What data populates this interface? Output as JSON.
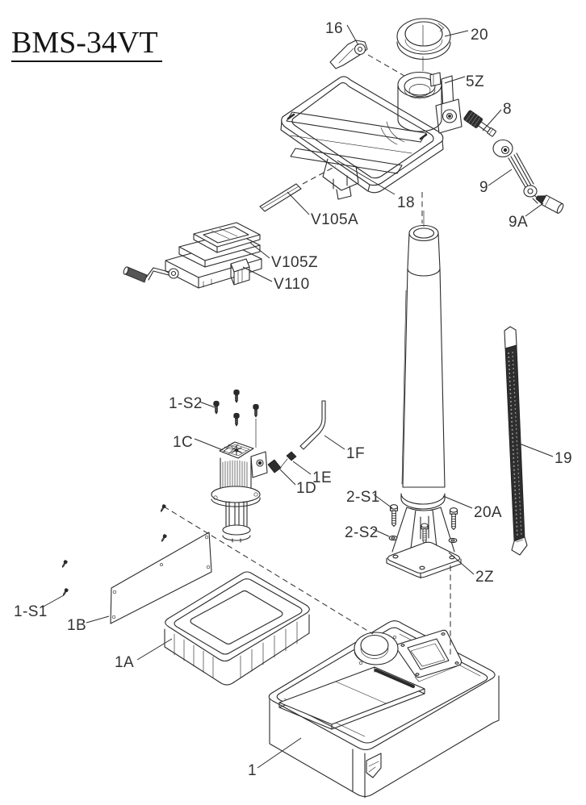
{
  "title": "BMS-34VT",
  "colors": {
    "ink": "#2a2a2a",
    "background": "#ffffff"
  },
  "callouts": [
    {
      "label": "16"
    },
    {
      "label": "20"
    },
    {
      "label": "5Z"
    },
    {
      "label": "8"
    },
    {
      "label": "9"
    },
    {
      "label": "9A"
    },
    {
      "label": "18"
    },
    {
      "label": "V105A"
    },
    {
      "label": "V105Z"
    },
    {
      "label": "V110"
    },
    {
      "label": "1-S2"
    },
    {
      "label": "1C"
    },
    {
      "label": "1F"
    },
    {
      "label": "1E"
    },
    {
      "label": "1D"
    },
    {
      "label": "2-S1"
    },
    {
      "label": "2-S2"
    },
    {
      "label": "20A"
    },
    {
      "label": "2Z"
    },
    {
      "label": "19"
    },
    {
      "label": "1-S1"
    },
    {
      "label": "1B"
    },
    {
      "label": "1A"
    },
    {
      "label": "1"
    }
  ]
}
